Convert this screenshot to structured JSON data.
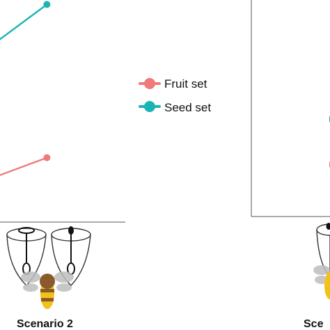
{
  "colors": {
    "fruit": "#F07A78",
    "seed": "#1BB4B4",
    "axis": "#555555",
    "ink": "#111111",
    "flower_stroke": "#333333",
    "bee_yellow": "#F2C21B",
    "bee_brown": "#8B5A2B",
    "bee_wing": "#BDBDBD"
  },
  "scenarios": {
    "left": "Scenario 2",
    "right": "Sce"
  },
  "chart_data": [
    {
      "type": "line",
      "title": "",
      "xlabel": "",
      "ylabel": "",
      "legend": {
        "placement": "right",
        "entries": [
          "Fruit set",
          "Seed set"
        ]
      },
      "xlim": [
        0,
        1
      ],
      "ylim": [
        0,
        1
      ],
      "grid": false,
      "series": [
        {
          "name": "Fruit set",
          "color": "#F07A78",
          "x": [
            0,
            0.43
          ],
          "y": [
            0.2,
            0.29
          ],
          "markers": [
            false,
            true
          ]
        },
        {
          "name": "Seed set",
          "color": "#1BB4B4",
          "x": [
            0,
            0.43
          ],
          "y": [
            0.8,
            0.98
          ],
          "markers": [
            false,
            true
          ]
        }
      ]
    },
    {
      "type": "line",
      "title": "",
      "xlabel": "",
      "ylabel": "",
      "xlim": [
        0,
        1
      ],
      "ylim": [
        0,
        1
      ],
      "grid": false,
      "series": [
        {
          "name": "Fruit set",
          "color": "#F07A78",
          "x": [
            0.13
          ],
          "y": [
            0.24
          ],
          "markers": [
            true
          ]
        },
        {
          "name": "Seed set",
          "color": "#1BB4B4",
          "x": [
            0.13
          ],
          "y": [
            0.45
          ],
          "markers": [
            true
          ]
        }
      ]
    }
  ]
}
